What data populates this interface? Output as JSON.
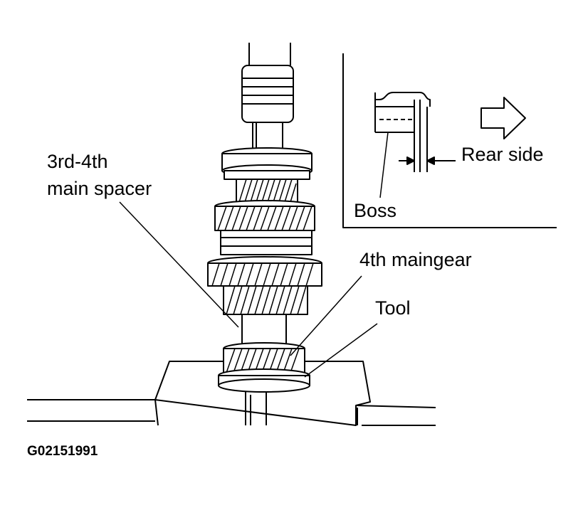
{
  "labels": {
    "spacer_line1": "3rd-4th",
    "spacer_line2": "main spacer",
    "maingear": "4th maingear",
    "tool": "Tool",
    "rear_side": "Rear side",
    "boss": "Boss"
  },
  "figure_code": "G02151991",
  "icons": {
    "direction": "right-arrow-icon"
  }
}
